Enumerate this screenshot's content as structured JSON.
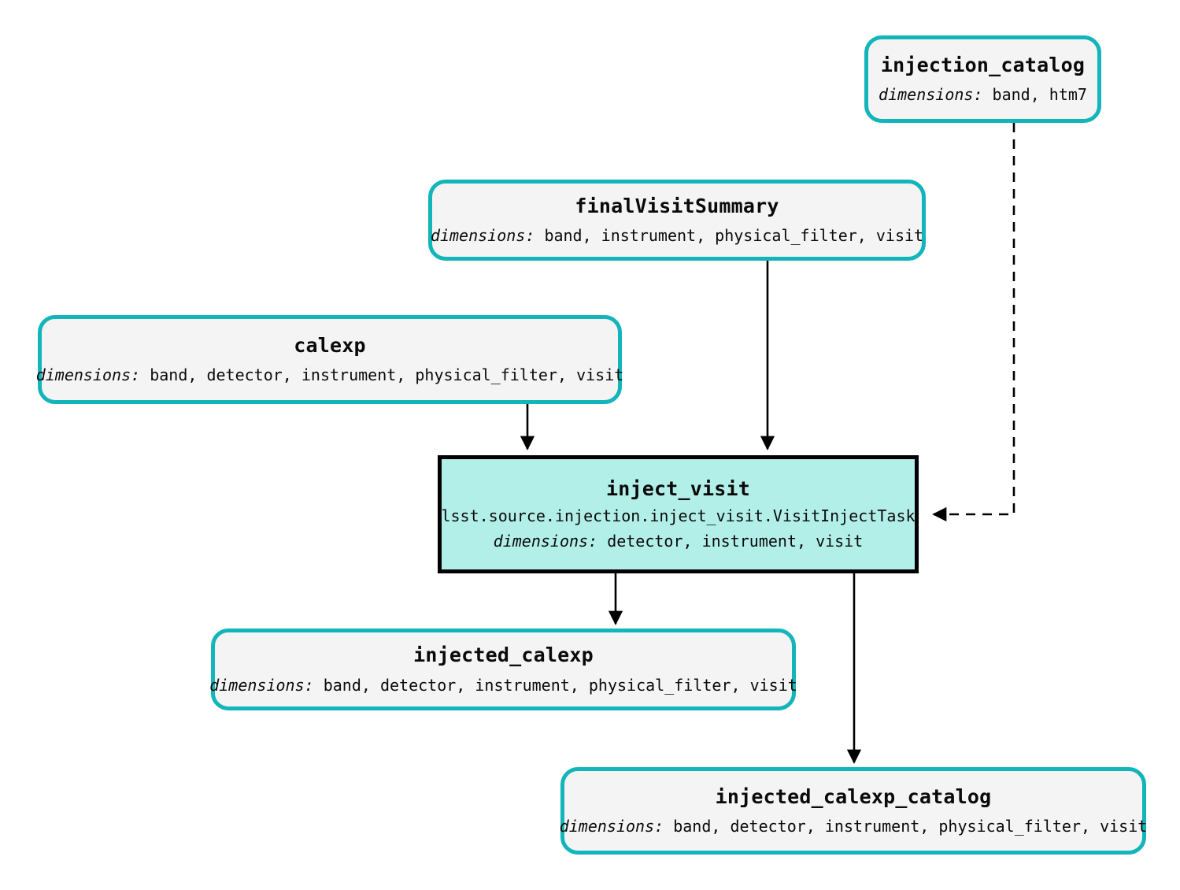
{
  "diagram": {
    "title": "inject_visit pipeline task graph",
    "colors": {
      "dataset_border": "#12b5b9",
      "dataset_fill": "#f4f4f4",
      "task_fill": "#b3efe9",
      "task_border": "#000000",
      "edge": "#000000"
    },
    "dimensions_label": "dimensions:",
    "nodes": [
      {
        "id": "injection_catalog",
        "type": "dataset",
        "title": "injection_catalog",
        "dimensions": "band, htm7"
      },
      {
        "id": "finalVisitSummary",
        "type": "dataset",
        "title": "finalVisitSummary",
        "dimensions": "band, instrument, physical_filter, visit"
      },
      {
        "id": "calexp",
        "type": "dataset",
        "title": "calexp",
        "dimensions": "band, detector, instrument, physical_filter, visit"
      },
      {
        "id": "inject_visit",
        "type": "task",
        "title": "inject_visit",
        "task_class": "lsst.source.injection.inject_visit.VisitInjectTask",
        "dimensions": "detector, instrument, visit"
      },
      {
        "id": "injected_calexp",
        "type": "dataset",
        "title": "injected_calexp",
        "dimensions": "band, detector, instrument, physical_filter, visit"
      },
      {
        "id": "injected_calexp_catalog",
        "type": "dataset",
        "title": "injected_calexp_catalog",
        "dimensions": "band, detector, instrument, physical_filter, visit"
      }
    ],
    "edges": [
      {
        "id": "edge-injection_catalog-inject_visit",
        "from": "injection_catalog",
        "to": "inject_visit",
        "style": "dashed"
      },
      {
        "id": "edge-finalVisitSummary-inject_visit",
        "from": "finalVisitSummary",
        "to": "inject_visit",
        "style": "solid"
      },
      {
        "id": "edge-calexp-inject_visit",
        "from": "calexp",
        "to": "inject_visit",
        "style": "solid"
      },
      {
        "id": "edge-inject_visit-injected_calexp",
        "from": "inject_visit",
        "to": "injected_calexp",
        "style": "solid"
      },
      {
        "id": "edge-inject_visit-injected_calexp_catalog",
        "from": "inject_visit",
        "to": "injected_calexp_catalog",
        "style": "solid"
      }
    ]
  }
}
